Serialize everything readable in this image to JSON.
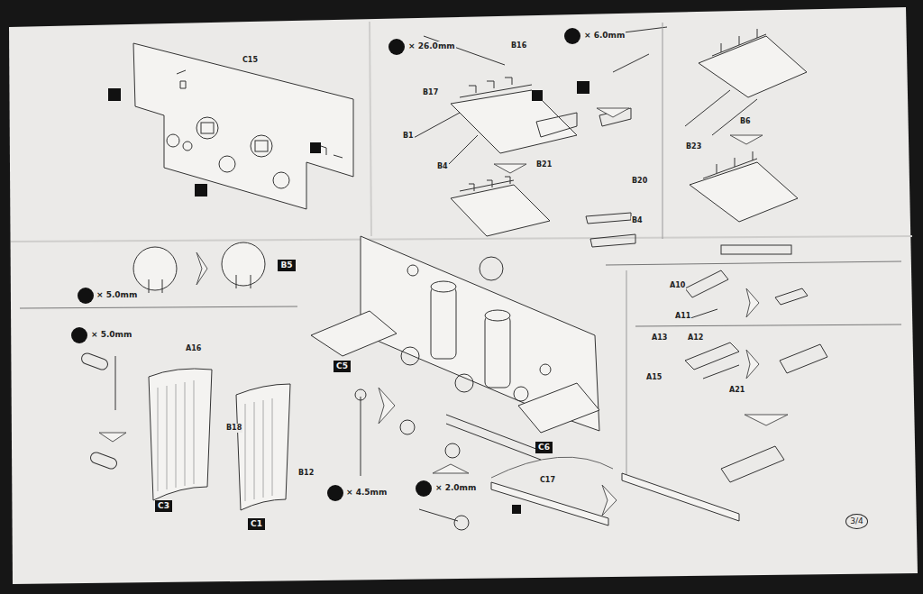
{
  "diagram": {
    "nodes": [
      {
        "text": [
          "B5"
        ]
      },
      {
        "text": [
          "C5"
        ]
      },
      {
        "text": [
          "C6"
        ]
      },
      {
        "text": [
          "C3"
        ]
      },
      {
        "text": [
          "C1"
        ]
      },
      {
        "text": [
          "3/4"
        ]
      }
    ],
    "labels": [
      "C15",
      "× 26.0mm",
      "× 6.0mm",
      "B16",
      "B17",
      "B1",
      "B4",
      "B21",
      "B20",
      "B4",
      "B6",
      "B23",
      "× 5.0mm",
      "× 5.0mm",
      "A16",
      "A10",
      "A11",
      "A13",
      "A12",
      "A15",
      "A21",
      "B18",
      "B12",
      "× 4.5mm",
      "× 2.0mm",
      "C17"
    ]
  }
}
